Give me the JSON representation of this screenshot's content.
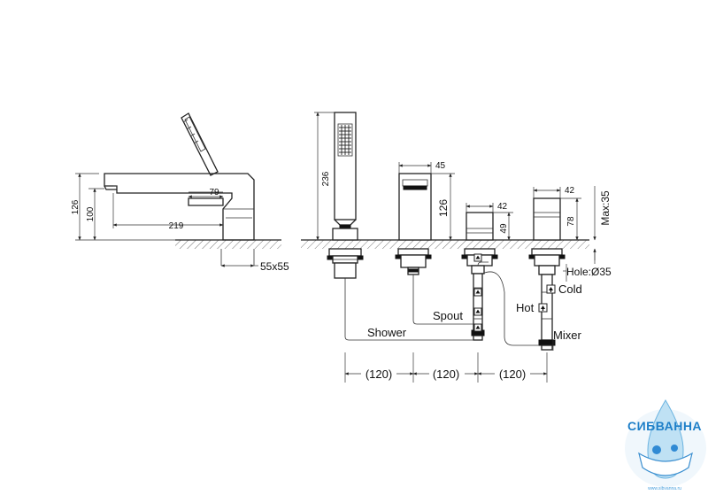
{
  "side_view": {
    "dim_total_height": "126",
    "dim_spout_height": "100",
    "dim_body_reach": "79",
    "dim_spout_reach": "219",
    "dim_base_size": "55x55"
  },
  "front_view": {
    "dim_handshower_height": "236",
    "dim_spout_width": "45",
    "dim_spout_height": "126",
    "dim_mixer_width": "42",
    "dim_mixer_height": "49",
    "dim_valve_width": "42",
    "dim_valve_height": "78",
    "dim_max_thickness": "Max:35",
    "hole_label": "Hole:Ø35",
    "cold_label": "Cold",
    "hot_label": "Hot",
    "mixer_label": "Mixer",
    "spout_label": "Spout",
    "shower_label": "Shower",
    "spacing": [
      "(120)",
      "(120)",
      "(120)"
    ]
  },
  "logo": {
    "brand": "СИБВАННА",
    "url": "www.sibvanna.ru",
    "color": "#1e7fc8"
  }
}
